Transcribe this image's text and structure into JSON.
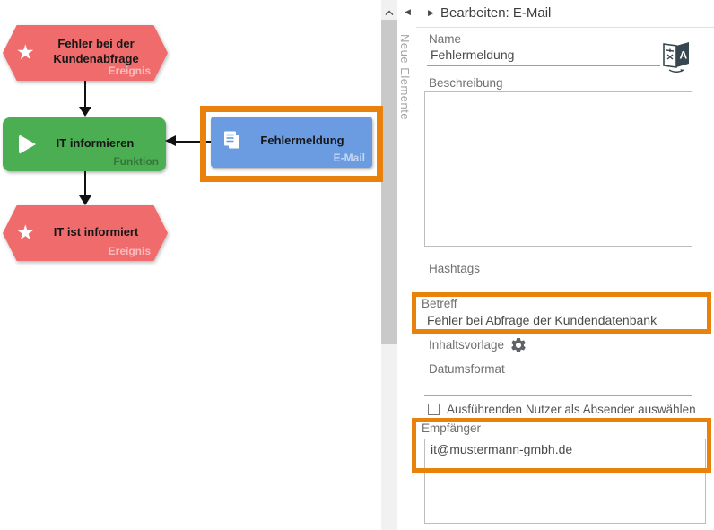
{
  "diagram": {
    "nodes": [
      {
        "id": "event-top",
        "label": "Fehler bei der Kundenabfrage",
        "type_label": "Ereignis"
      },
      {
        "id": "function",
        "label": "IT informieren",
        "type_label": "Funktion"
      },
      {
        "id": "email",
        "label": "Fehlermeldung",
        "type_label": "E-Mail"
      },
      {
        "id": "event-bottom",
        "label": "IT ist informiert",
        "type_label": "Ereignis"
      }
    ],
    "colors": {
      "event": "#f06c6c",
      "function": "#4cae52",
      "email": "#6b9ce1",
      "highlight": "#e8820d"
    },
    "icons": {
      "event": "star-icon",
      "function": "play-icon",
      "email": "documents-icon"
    }
  },
  "sidebar": {
    "tab_label": "Neue Elemente"
  },
  "panel": {
    "title": "Bearbeiten: E-Mail",
    "name_label": "Name",
    "name_value": "Fehlermeldung",
    "beschreibung_label": "Beschreibung",
    "beschreibung_value": "",
    "hashtags_label": "Hashtags",
    "betreff_label": "Betreff",
    "betreff_value": "Fehler bei Abfrage der Kundendatenbank",
    "inhaltsvorlage_label": "Inhaltsvorlage",
    "datumsformat_label": "Datumsformat",
    "datumsformat_value": "",
    "absender_checkbox_label": "Ausführenden Nutzer als Absender auswählen",
    "absender_checkbox_checked": false,
    "empfaenger_label": "Empfänger",
    "empfaenger_value": "it@mustermann-gmbh.de"
  }
}
